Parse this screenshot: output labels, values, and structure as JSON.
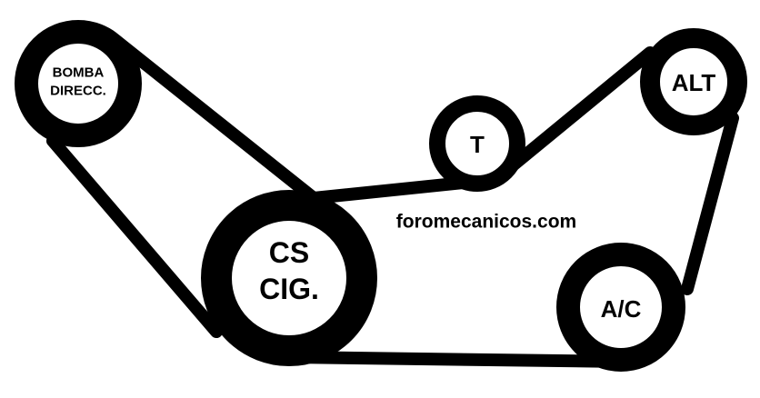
{
  "diagram": {
    "watermark": "foromecanicos.com",
    "colors": {
      "belt": "#000000",
      "pulley_rim": "#000000",
      "pulley_face": "#ffffff",
      "background": "#ffffff"
    },
    "pulleys": {
      "bomba": {
        "line1": "BOMBA",
        "line2": "DIRECC."
      },
      "cs": {
        "line1": "CS",
        "line2": "CIG."
      },
      "tensor": {
        "label": "T"
      },
      "alt": {
        "label": "ALT"
      },
      "ac": {
        "label": "A/C"
      }
    }
  }
}
